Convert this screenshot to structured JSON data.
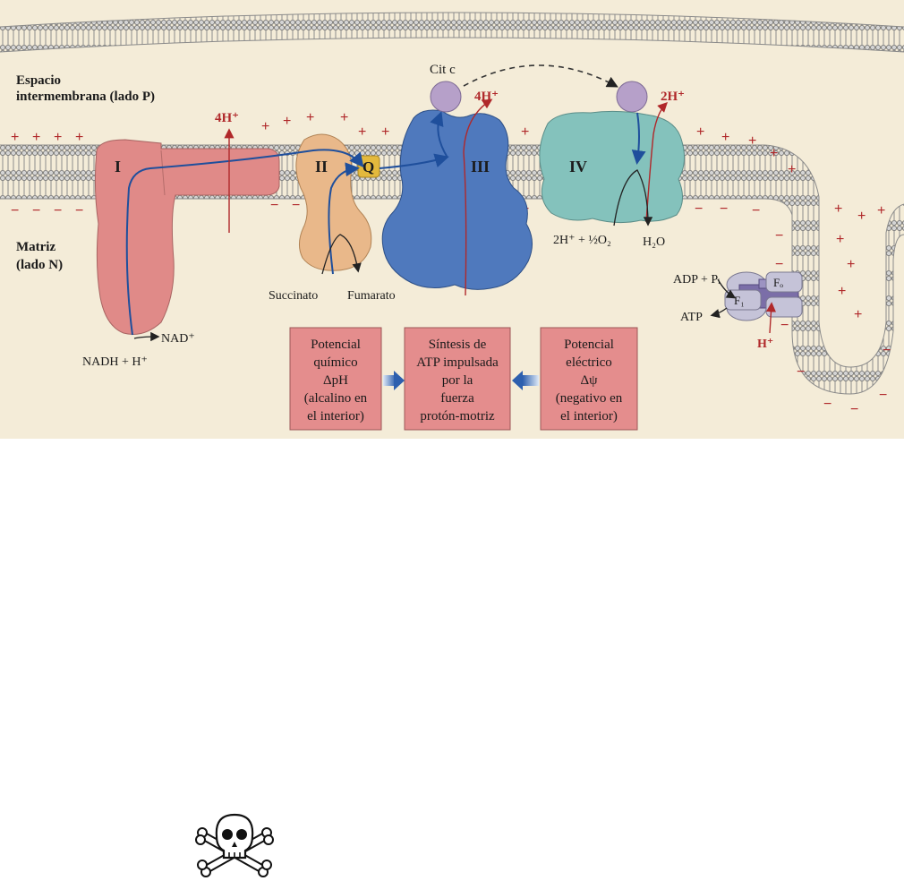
{
  "labels": {
    "intermembrane_1": "Espacio",
    "intermembrane_2": "intermembrana (lado P)",
    "matrix_1": "Matriz",
    "matrix_2": "(lado N)",
    "complex_1": "I",
    "complex_2": "II",
    "complex_3": "III",
    "complex_4": "IV",
    "q": "Q",
    "cyt_c": "Cit c",
    "protons_1": "4H⁺",
    "protons_3": "4H⁺",
    "protons_4": "2H⁺",
    "nadh": "NADH + H⁺",
    "nad": "NAD⁺",
    "succinate": "Succinato",
    "fumarate": "Fumarato",
    "oxygen": "2H⁺ + ½O₂",
    "water": "H₂O",
    "adp": "ADP + Pᵢ",
    "atp": "ATP",
    "h_in": "H⁺",
    "fo": "Fₒ",
    "f1": "F₁"
  },
  "boxes": {
    "left": [
      "Potencial",
      "químico",
      "ΔpH",
      "(alcalino en",
      "el interior)"
    ],
    "center": [
      "Síntesis de",
      "ATP impulsada",
      "por la",
      "fuerza",
      "protón-motriz"
    ],
    "right": [
      "Potencial",
      "eléctrico",
      "Δψ",
      "(negativo en",
      "el interior)"
    ]
  },
  "signs": {
    "plus": "+",
    "minus": "−"
  },
  "colors": {
    "complex_I": "#e08a88",
    "complex_II": "#e9b88a",
    "complex_III": "#4f79bd",
    "complex_IV": "#84c2bc",
    "cyt_c": "#b6a0c9",
    "q": "#e3b93d",
    "box": "#e48d8d",
    "background": "#f4ecd8",
    "electron_arrow": "#1f4f9c",
    "proton_arrow": "#b0282a"
  },
  "icons": {
    "poison": "skull-crossbones-icon"
  }
}
